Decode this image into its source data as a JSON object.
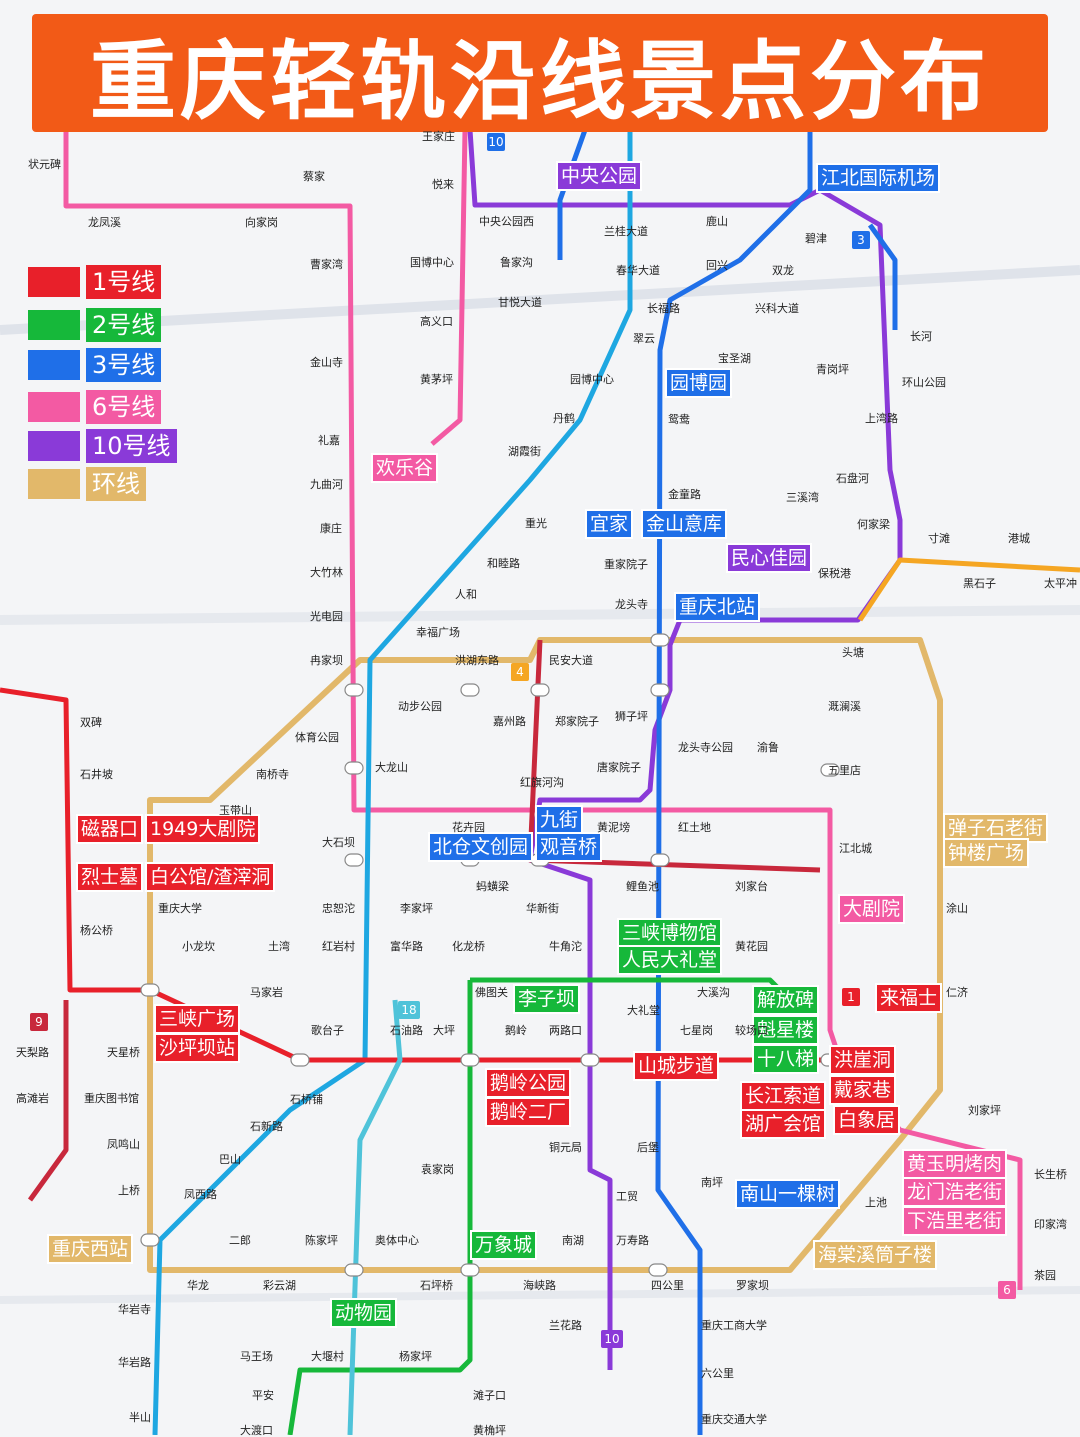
{
  "title": "重庆轻轨沿线景点分布",
  "colors": {
    "line1": "#e8202a",
    "line2": "#16b83a",
    "line3": "#1f6fe8",
    "line6": "#f35aa3",
    "line10": "#8a3ad8",
    "loop": "#e2b86a",
    "line4": "#f5a623",
    "line5": "#1ea7e1",
    "line9": "#c8283c",
    "line18": "#4fc3d9"
  },
  "legend": [
    {
      "label": "1号线",
      "color": "#e8202a"
    },
    {
      "label": "2号线",
      "color": "#16b83a"
    },
    {
      "label": "3号线",
      "color": "#1f6fe8"
    },
    {
      "label": "6号线",
      "color": "#f35aa3"
    },
    {
      "label": "10号线",
      "color": "#8a3ad8"
    },
    {
      "label": "环线",
      "color": "#e2b86a"
    }
  ],
  "line_numbers": [
    {
      "text": "10",
      "color": "#1f6fe8"
    },
    {
      "text": "3",
      "color": "#1f6fe8"
    },
    {
      "text": "4",
      "color": "#f5a623"
    },
    {
      "text": "9",
      "color": "#c8283c"
    },
    {
      "text": "1",
      "color": "#e8202a"
    },
    {
      "text": "6",
      "color": "#f35aa3"
    },
    {
      "text": "10",
      "color": "#8a3ad8"
    },
    {
      "text": "18",
      "color": "#4fc3d9"
    }
  ],
  "attractions": [
    {
      "label": "中央公园",
      "color": "#8a3ad8"
    },
    {
      "label": "江北国际机场",
      "color": "#1f6fe8"
    },
    {
      "label": "园博园",
      "color": "#1f6fe8"
    },
    {
      "label": "欢乐谷",
      "color": "#f35aa3"
    },
    {
      "label": "宜家",
      "color": "#1f6fe8"
    },
    {
      "label": "金山意库",
      "color": "#1f6fe8"
    },
    {
      "label": "民心佳园",
      "color": "#8a3ad8"
    },
    {
      "label": "重庆北站",
      "color": "#1f6fe8"
    },
    {
      "label": "磁器口",
      "color": "#e8202a"
    },
    {
      "label": "1949大剧院",
      "color": "#e8202a"
    },
    {
      "label": "烈士墓",
      "color": "#e8202a"
    },
    {
      "label": "白公馆/渣滓洞",
      "color": "#e8202a"
    },
    {
      "label": "九街",
      "color": "#1f6fe8"
    },
    {
      "label": "北仓文创园",
      "color": "#1f6fe8"
    },
    {
      "label": "观音桥",
      "color": "#1f6fe8"
    },
    {
      "label": "弹子石老街",
      "color": "#e2b86a"
    },
    {
      "label": "钟楼广场",
      "color": "#e2b86a"
    },
    {
      "label": "大剧院",
      "color": "#f35aa3"
    },
    {
      "label": "三峡博物馆",
      "color": "#16b83a"
    },
    {
      "label": "人民大礼堂",
      "color": "#16b83a"
    },
    {
      "label": "李子坝",
      "color": "#16b83a"
    },
    {
      "label": "解放碑",
      "color": "#16b83a"
    },
    {
      "label": "魁星楼",
      "color": "#16b83a"
    },
    {
      "label": "十八梯",
      "color": "#16b83a"
    },
    {
      "label": "来福士",
      "color": "#e8202a"
    },
    {
      "label": "洪崖洞",
      "color": "#e8202a"
    },
    {
      "label": "戴家巷",
      "color": "#e8202a"
    },
    {
      "label": "白象居",
      "color": "#e8202a"
    },
    {
      "label": "三峡广场",
      "color": "#e8202a"
    },
    {
      "label": "沙坪坝站",
      "color": "#e8202a"
    },
    {
      "label": "山城步道",
      "color": "#e8202a"
    },
    {
      "label": "鹅岭公园",
      "color": "#e8202a"
    },
    {
      "label": "鹅岭二厂",
      "color": "#e8202a"
    },
    {
      "label": "长江索道",
      "color": "#e8202a"
    },
    {
      "label": "湖广会馆",
      "color": "#e8202a"
    },
    {
      "label": "黄玉明烤肉",
      "color": "#f35aa3"
    },
    {
      "label": "龙门浩老街",
      "color": "#f35aa3"
    },
    {
      "label": "下浩里老街",
      "color": "#f35aa3"
    },
    {
      "label": "南山一棵树",
      "color": "#1f6fe8"
    },
    {
      "label": "海棠溪筒子楼",
      "color": "#e2b86a"
    },
    {
      "label": "重庆西站",
      "color": "#e2b86a"
    },
    {
      "label": "万象城",
      "color": "#16b83a"
    },
    {
      "label": "动物园",
      "color": "#16b83a"
    }
  ],
  "stations": [
    "状元碑",
    "蔡家",
    "龙凤溪",
    "向家岗",
    "曹家湾",
    "金山寺",
    "礼嘉",
    "九曲河",
    "康庄",
    "大竹林",
    "光电园",
    "冉家坝",
    "王家庄",
    "悦来",
    "国博中心",
    "高义口",
    "黄茅坪",
    "中央公园西",
    "鲁家沟",
    "甘悦大道",
    "园博中心",
    "丹鹤",
    "湖霞街",
    "重光",
    "和睦路",
    "人和",
    "幸福广场",
    "洪湖东路",
    "民安大道",
    "兰桂大道",
    "春华大道",
    "长福路",
    "翠云",
    "鹿山",
    "回兴",
    "双龙",
    "碧津",
    "兴科大道",
    "宝圣湖",
    "青岗坪",
    "鸳鸯",
    "金童路",
    "三溪湾",
    "上湾路",
    "石盘河",
    "长河",
    "环山公园",
    "何家梁",
    "寸滩",
    "港城",
    "黑石子",
    "太平冲",
    "保税港",
    "龙头寺",
    "重家院子",
    "头塘",
    "溉澜溪",
    "五里店",
    "渝鲁",
    "龙头寺公园",
    "狮子坪",
    "郑家院子",
    "嘉州路",
    "动步公园",
    "唐家院子",
    "红旗河沟",
    "黄泥塝",
    "红土地",
    "花卉园",
    "大龙山",
    "大石坝",
    "体育公园",
    "南桥寺",
    "双碑",
    "石井坡",
    "玉带山",
    "江北城",
    "刘家台",
    "鲤鱼池",
    "华新街",
    "蚂蟥梁",
    "李家坪",
    "忠恕沱",
    "重庆大学",
    "杨公桥",
    "小龙坎",
    "土湾",
    "红岩村",
    "富华路",
    "化龙桥",
    "牛角沱",
    "黄花园",
    "大溪沟",
    "涂山",
    "仁济",
    "马家岩",
    "歌台子",
    "石油路",
    "大坪",
    "佛图关",
    "鹅岭",
    "两路口",
    "大礼堂",
    "七星岗",
    "较场口",
    "天星桥",
    "天梨路",
    "高滩岩",
    "重庆图书馆",
    "石桥铺",
    "石新路",
    "巴山",
    "凤鸣山",
    "上桥",
    "凤西路",
    "袁家岗",
    "铜元局",
    "后堡",
    "南坪",
    "工贸",
    "万寿路",
    "南湖",
    "二郎",
    "陈家坪",
    "奥体中心",
    "华龙",
    "彩云湖",
    "石坪桥",
    "海峡路",
    "四公里",
    "罗家坝",
    "华岩寺",
    "兰花路",
    "重庆工商大学",
    "华岩路",
    "马王场",
    "大堰村",
    "杨家坪",
    "六公里",
    "滩子口",
    "平安",
    "半山",
    "大渡口",
    "黄桷坪",
    "重庆交通大学",
    "刘家坪",
    "长生桥",
    "印家湾",
    "茶园",
    "上池"
  ]
}
